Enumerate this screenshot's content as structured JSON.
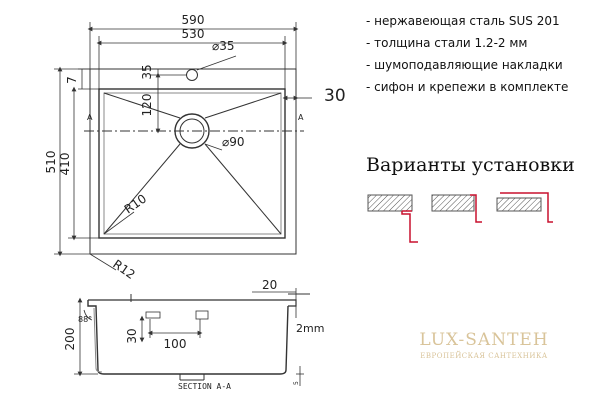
{
  "drawing": {
    "dim_top_outer": "590",
    "dim_top_inner": "530",
    "dim_drain_dia": "⌀35",
    "dim_drain_offset": "35",
    "dim_left_small": "7",
    "dim_flange": "30",
    "dim_drain_center": "120",
    "dim_outlet_dia": "⌀90",
    "dim_side_outer": "510",
    "dim_side_inner": "410",
    "dim_radius_inner": "R10",
    "dim_radius_outer": "R12",
    "dim_angle": "88°",
    "dim_depth": "200",
    "dim_section_20": "20",
    "dim_overflow_30": "30",
    "dim_overflow_100": "100",
    "dim_thickness": "2mm",
    "dim_small_5": "5",
    "section_mark": "A",
    "section_label": "SECTION A-A"
  },
  "specs": [
    "- нержавеющая сталь SUS 201",
    "- толщина стали 1.2-2 мм",
    "- шумоподавляющие накладки",
    "- сифон и крепежи в комплекте"
  ],
  "variants_title": "Варианты установки",
  "watermark": {
    "brand": "LUX-SANTEH",
    "tagline": "ЕВРОПЕЙСКАЯ САНТЕХНИКА"
  },
  "colors": {
    "line": "#333333",
    "install_highlight": "#c8102e",
    "hatch": "#555555",
    "watermark": "#d9c49a"
  }
}
